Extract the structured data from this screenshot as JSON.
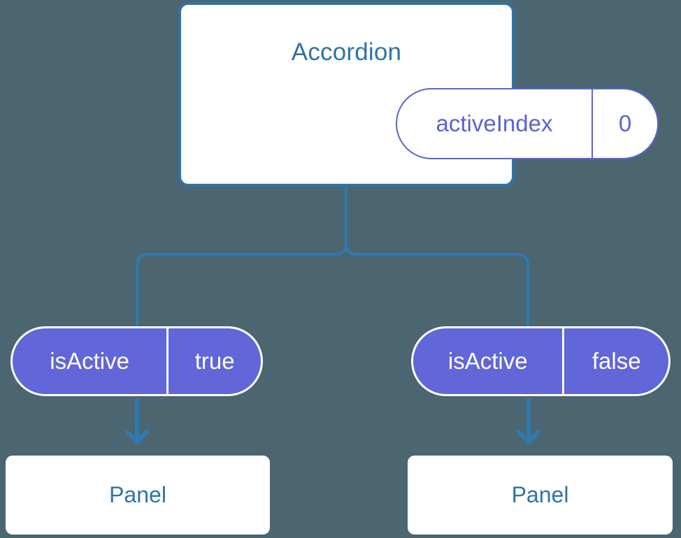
{
  "theme": {
    "background": "#4b6571",
    "accent_blue": "#2e74a5",
    "wire_blue": "#2e7ab0",
    "purple": "#6166d9",
    "purple_outline": "#5c62d6",
    "card_fill": "#ffffff"
  },
  "diagram": {
    "type": "component-tree",
    "root": {
      "title": "Accordion",
      "state": {
        "key": "activeIndex",
        "value": "0"
      }
    },
    "children": [
      {
        "prop": {
          "key": "isActive",
          "value": "true"
        },
        "component": "Panel"
      },
      {
        "prop": {
          "key": "isActive",
          "value": "false"
        },
        "component": "Panel"
      }
    ]
  }
}
